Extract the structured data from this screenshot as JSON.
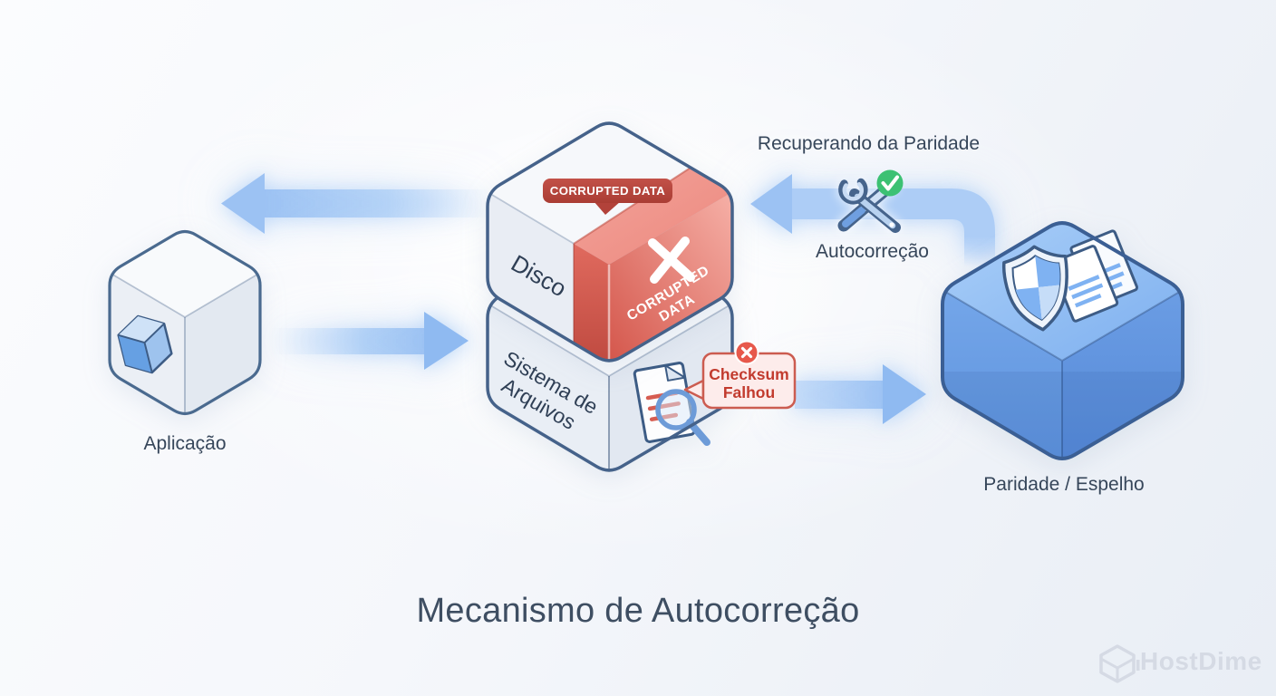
{
  "diagram": {
    "title": "Mecanismo de Autocorreção",
    "watermark": "HostDime",
    "nodes": {
      "application": {
        "label": "Aplicação"
      },
      "disk": {
        "label": "Disco"
      },
      "filesystem": {
        "label_line1": "Sistema de",
        "label_line2": "Arquivos"
      },
      "parity": {
        "label": "Paridade / Espelho"
      }
    },
    "badges": {
      "corrupted_tag": "CORRUPTED DATA",
      "corrupted_face": {
        "line1": "CORRUPTED",
        "line2": "DATA"
      },
      "checksum": {
        "line1": "Checksum",
        "line2": "Falhou"
      }
    },
    "flows": {
      "recovering_label": "Recuperando da Paridade",
      "autocorrection_label": "Autocorreção"
    },
    "colors": {
      "arrow_blue": "#a9ccf6",
      "outline_blue": "#45628a",
      "corrupted_badge_red": "#b9453c",
      "corrupted_face_red": "#e07a6e",
      "checksum_bg": "#fdeceb",
      "checksum_border": "#cc5c50",
      "checksum_text": "#c23b2e",
      "error_red": "#e7584b",
      "success_green": "#3cc173",
      "parity_blue": "#6ba0e6",
      "label_text": "#36465a",
      "title_text": "#3e4e62",
      "watermark_grey": "#d5dae4"
    }
  }
}
